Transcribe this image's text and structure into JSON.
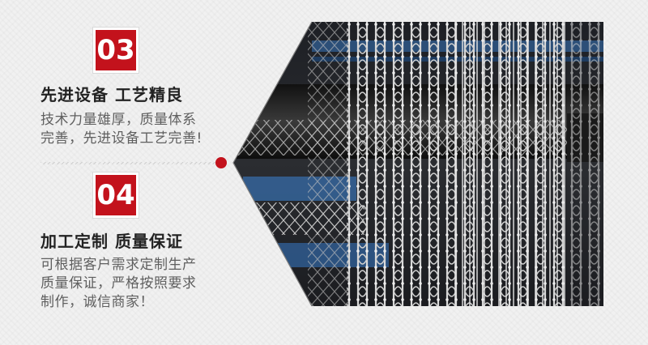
{
  "sections": [
    {
      "number": "03",
      "title": "先进设备 工艺精良",
      "desc_lines": [
        "技术力量雄厚，质量体系",
        "完善，先进设备工艺完善!"
      ]
    },
    {
      "number": "04",
      "title": "加工定制 质量保证",
      "desc_lines": [
        "可根据客户需求定制生产",
        "质量保证，严格按照要求",
        "制作，诚信商家！"
      ]
    }
  ],
  "colors": {
    "accent": "#c3121c",
    "title": "#222222",
    "body_text": "#5f5f5f"
  },
  "image": {
    "subject": "net-weaving-machine-photo"
  }
}
